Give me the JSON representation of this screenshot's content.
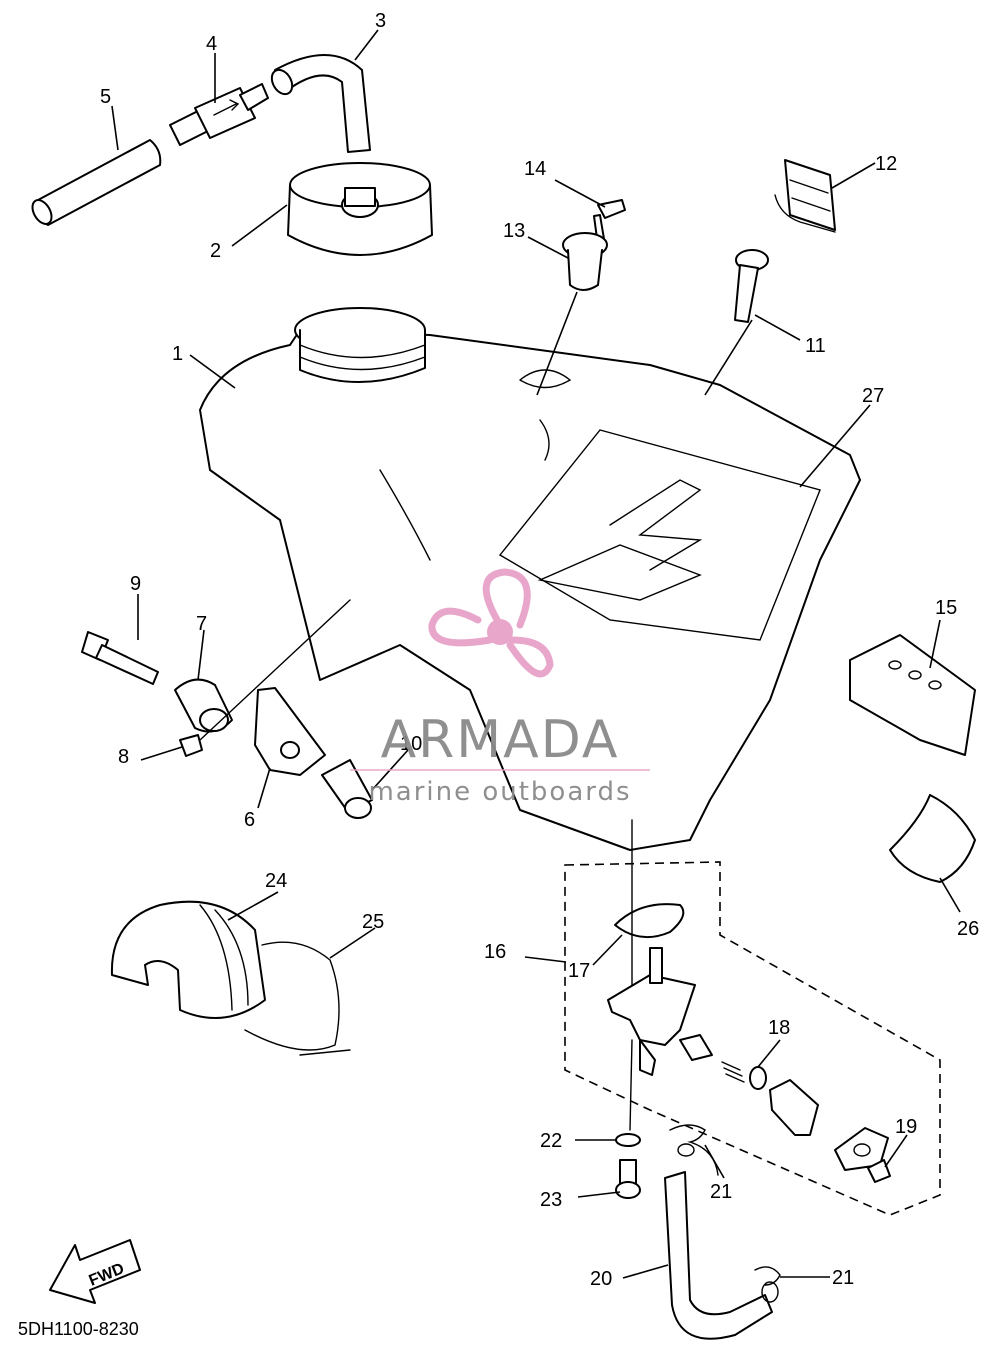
{
  "diagram": {
    "part_code": "5DH1100-8230",
    "fwd_label": "FWD",
    "callouts": [
      "1",
      "2",
      "3",
      "4",
      "5",
      "6",
      "7",
      "8",
      "9",
      "10",
      "11",
      "12",
      "13",
      "14",
      "15",
      "16",
      "17",
      "18",
      "19",
      "20",
      "21",
      "21",
      "22",
      "23",
      "24",
      "25",
      "26",
      "27"
    ]
  },
  "watermark": {
    "brand": "ARMADA",
    "tagline": "marine outboards",
    "logo_color": "#e7a3c8"
  }
}
